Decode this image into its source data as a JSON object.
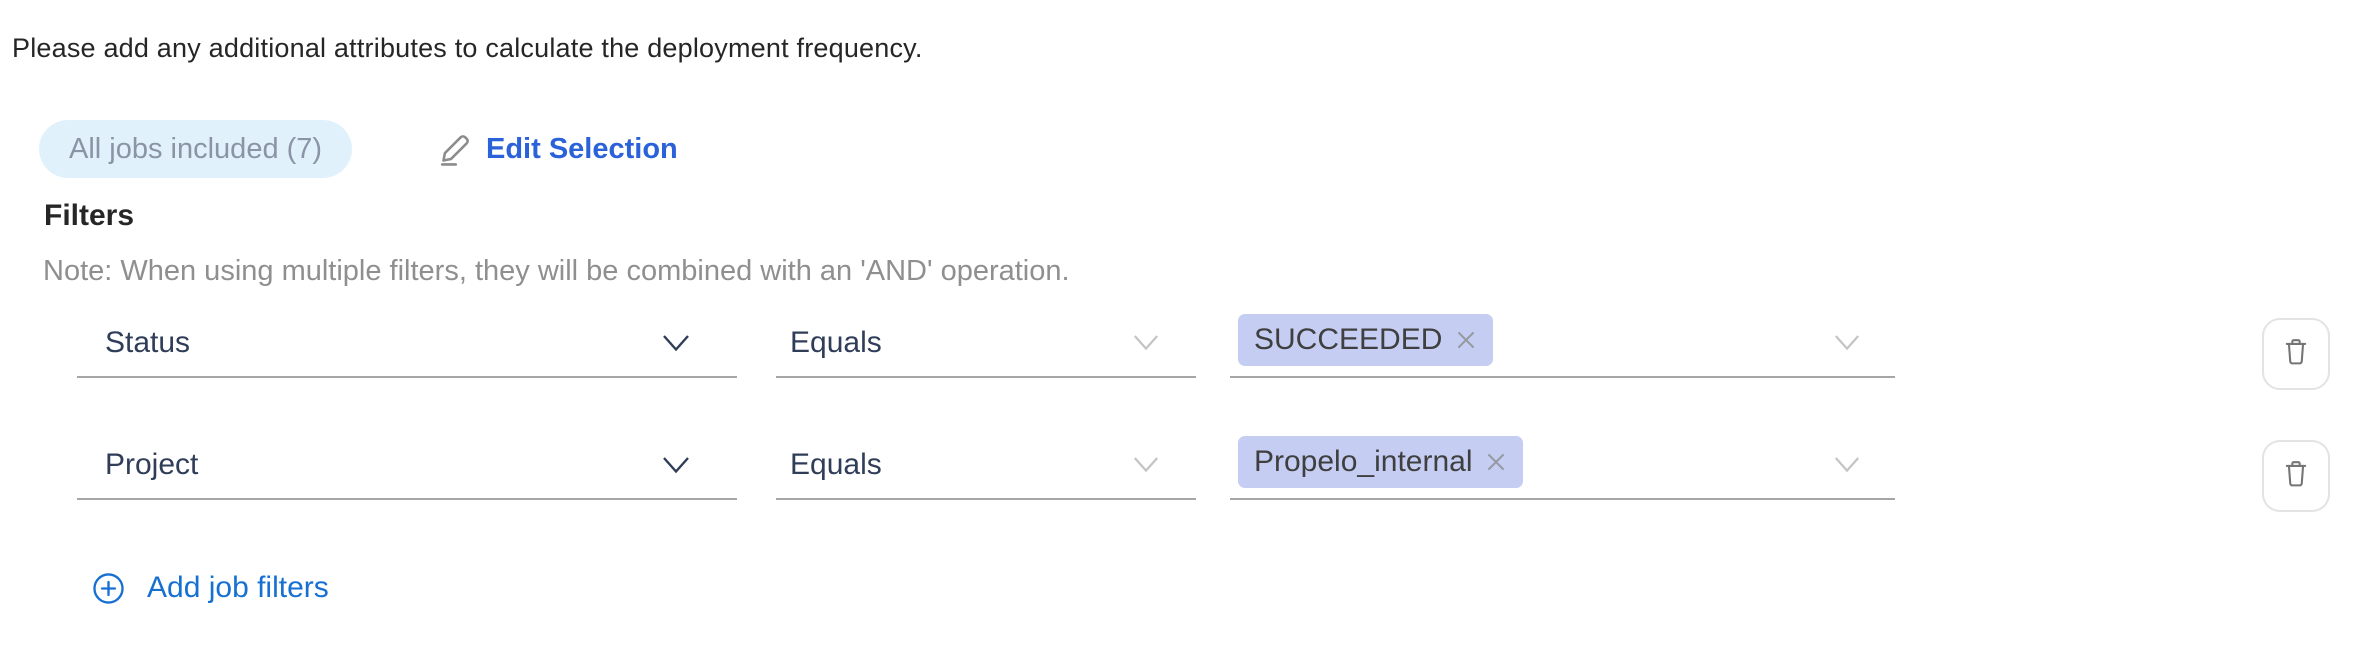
{
  "intro": "Please add any additional attributes to calculate the deployment frequency.",
  "jobs_summary": {
    "badge_label": "All jobs included (7)",
    "edit_link_label": "Edit Selection"
  },
  "filters": {
    "heading": "Filters",
    "note": "Note: When using multiple filters, they will be combined with an 'AND' operation.",
    "rows": [
      {
        "attribute": "Status",
        "operator": "Equals",
        "values": [
          "SUCCEEDED"
        ]
      },
      {
        "attribute": "Project",
        "operator": "Equals",
        "values": [
          "Propelo_internal"
        ]
      }
    ],
    "add_link_label": "Add job filters"
  },
  "icons": {
    "edit": "pencil-icon",
    "chevron": "chevron-down-icon",
    "remove_tag": "x-icon",
    "delete_row": "trash-icon",
    "add": "plus-circle-icon"
  },
  "colors": {
    "edit_link_blue": "#2b62d9",
    "add_link_blue": "#1570d2",
    "badge_background": "#e1f1fb",
    "badge_text": "#8b93a6",
    "tag_background": "#c5cdf3",
    "tag_text": "#3f3f3f",
    "select_text_navy": "#2f3d58",
    "underline_gray": "#a6a6a6",
    "note_gray": "#8f8f8f",
    "body_text": "#262626"
  }
}
